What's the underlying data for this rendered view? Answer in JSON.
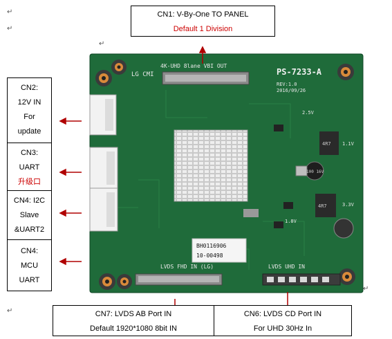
{
  "colors": {
    "board": "#1f6b3a",
    "board_dark": "#155a2f",
    "arrow": "#b00000",
    "accent_red": "#cc0000"
  },
  "board": {
    "top_connector": "4K-UHD 8lane VBI OUT",
    "model": "PS-7233-A",
    "rev": "REV:1.0",
    "date": "2016/09/26",
    "lg_cmi": "LG CMI",
    "bottom_left_connector": "LVDS FHD IN (LG)",
    "bottom_right_connector": "LVDS UHD IN",
    "sticker_line1": "BH0116906",
    "sticker_line2": "10-00498",
    "chip1": "4R7",
    "chip2": "4R7",
    "cap": "100 16V",
    "v25": "2.5V",
    "v11": "1.1V",
    "v33": "3.3V",
    "v18": "1.8V"
  },
  "callouts": {
    "cn1": {
      "line1": "CN1: V-By-One TO PANEL",
      "line2": "Default 1 Division"
    },
    "cn2": {
      "line1": "CN2:",
      "line2": "12V IN",
      "line3": "For",
      "line4": "update"
    },
    "cn3": {
      "line1": "CN3:",
      "line2": "UART",
      "line3": "升级口"
    },
    "cn4a": {
      "line1": "CN4: I2C",
      "line2": "Slave",
      "line3": "&UART2"
    },
    "cn4b": {
      "line1": "CN4:",
      "line2": "MCU",
      "line3": "UART"
    },
    "cn7": {
      "line1": "CN7: LVDS AB Port IN",
      "line2": "Default 1920*1080 8bit IN"
    },
    "cn6": {
      "line1": "CN6: LVDS CD Port IN",
      "line2": "For UHD 30Hz In"
    }
  }
}
